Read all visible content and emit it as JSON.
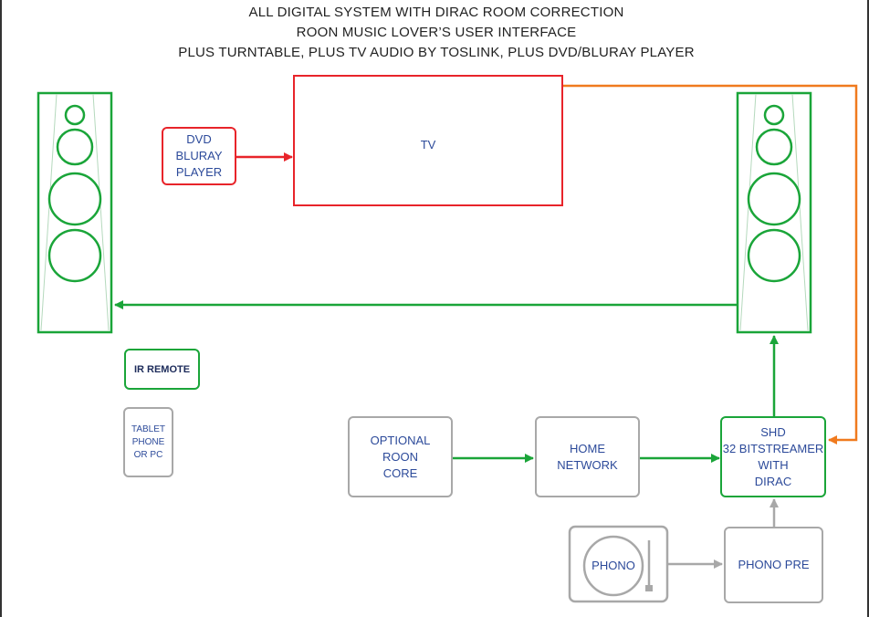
{
  "titles": [
    "ALL DIGITAL SYSTEM WITH DIRAC ROOM CORRECTION",
    "ROON MUSIC LOVER’S USER INTERFACE",
    "PLUS TURNTABLE, PLUS TV AUDIO BY TOSLINK, PLUS DVD/BLURAY PLAYER"
  ],
  "nodes": {
    "dvd": "DVD\nBLURAY\nPLAYER",
    "tv": "TV",
    "ir_remote": "IR REMOTE",
    "tablet": "TABLET\nPHONE\nOR PC",
    "roon_core": "OPTIONAL\nROON\nCORE",
    "home_network": "HOME\nNETWORK",
    "shd": "SHD\n32 BITSTREAMER\nWITH\nDIRAC",
    "phono": "PHONO",
    "phono_pre": "PHONO PRE"
  },
  "colors": {
    "green": "#1aa539",
    "red": "#e8242a",
    "orange": "#f07a1e",
    "gray": "#a8a8a8",
    "label": "#2c4a9a"
  }
}
